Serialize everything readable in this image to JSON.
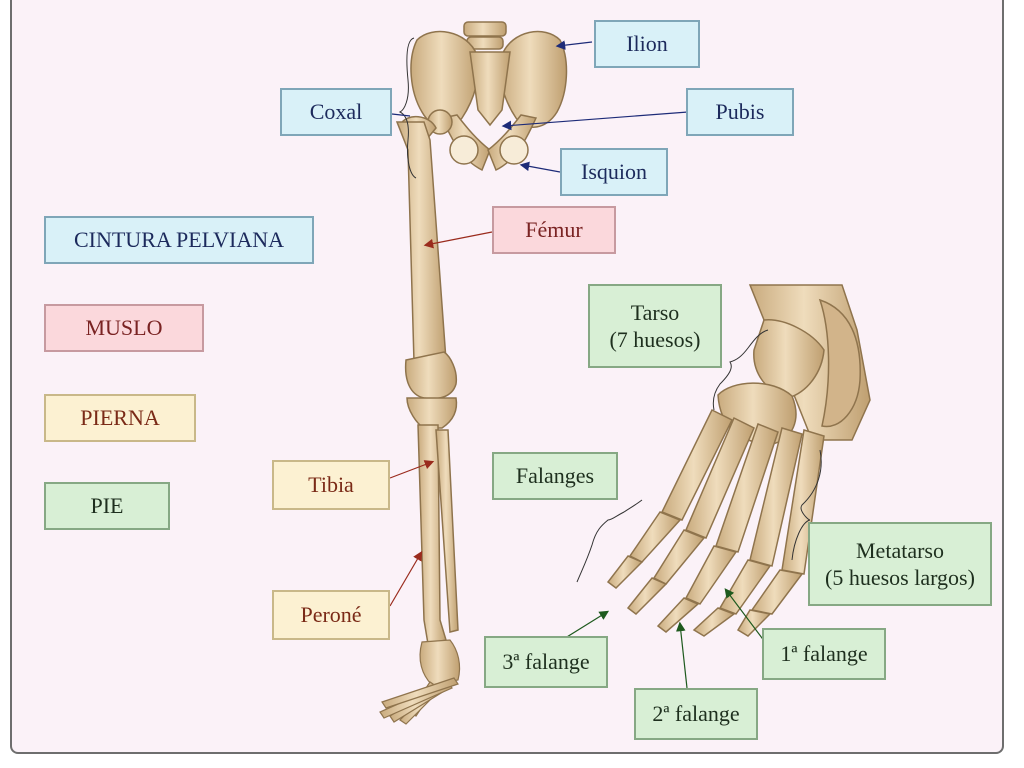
{
  "labels": {
    "ilion": "Ilion",
    "coxal": "Coxal",
    "pubis": "Pubis",
    "isquion": "Isquion",
    "femur": "Fémur",
    "cintura": "CINTURA PELVIANA",
    "muslo": "MUSLO",
    "pierna": "PIERNA",
    "pie": "PIE",
    "tibia": "Tibia",
    "perone": "Peroné",
    "tarso": "Tarso\n(7 huesos)",
    "falanges": "Falanges",
    "metatarso": "Metatarso\n(5 huesos largos)",
    "falange3": "3ª falange",
    "falange2": "2ª falange",
    "falange1": "1ª falange"
  },
  "colors": {
    "blue_box": "#d9f1f8",
    "pink_box": "#fbd8dc",
    "yellow_box": "#fcf1d2",
    "green_box": "#d8efd5",
    "bone": "#e6cfa8",
    "bone_shade": "#b99a6e",
    "background": "#fbf2f8"
  }
}
